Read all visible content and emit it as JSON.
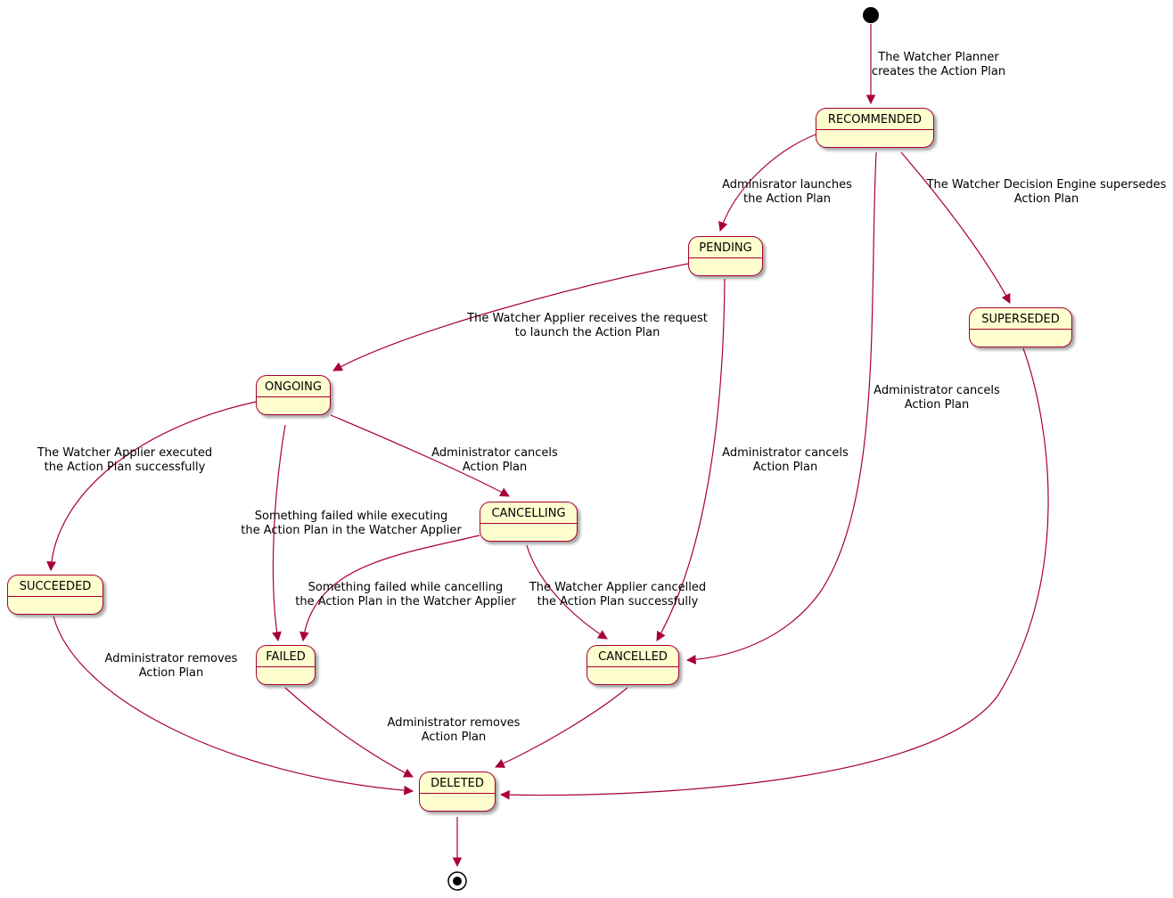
{
  "colors": {
    "state_fill": "#FEFECE",
    "state_border": "#A80036",
    "arrow": "#A80036"
  },
  "states": {
    "recommended": "RECOMMENDED",
    "pending": "PENDING",
    "superseded": "SUPERSEDED",
    "ongoing": "ONGOING",
    "cancelling": "CANCELLING",
    "succeeded": "SUCCEEDED",
    "failed": "FAILED",
    "cancelled": "CANCELLED",
    "deleted": "DELETED"
  },
  "transitions": {
    "init_to_recommended": "The Watcher Planner\ncreates the Action Plan",
    "recommended_to_pending": "Adminisrator launches\nthe Action Plan",
    "recommended_to_superseded": "The Watcher Decision Engine supersedes\nAction Plan",
    "recommended_to_cancelled": "Administrator cancels\nAction Plan",
    "pending_to_ongoing": "The Watcher Applier receives the request\nto launch the Action Plan",
    "pending_to_cancelled": "Administrator cancels\nAction Plan",
    "ongoing_to_succeeded": "The Watcher Applier executed\nthe Action Plan successfully",
    "ongoing_to_cancelling": "Administrator cancels\nAction Plan",
    "ongoing_to_failed": "Something failed while executing\nthe Action Plan in the Watcher Applier",
    "cancelling_to_failed": "Something failed while cancelling\nthe Action Plan in the Watcher Applier",
    "cancelling_to_cancelled": "The Watcher Applier cancelled\nthe Action Plan successfully",
    "succeeded_to_deleted": "Administrator removes\nAction Plan",
    "failed_to_deleted": "Administrator removes\nAction Plan"
  }
}
